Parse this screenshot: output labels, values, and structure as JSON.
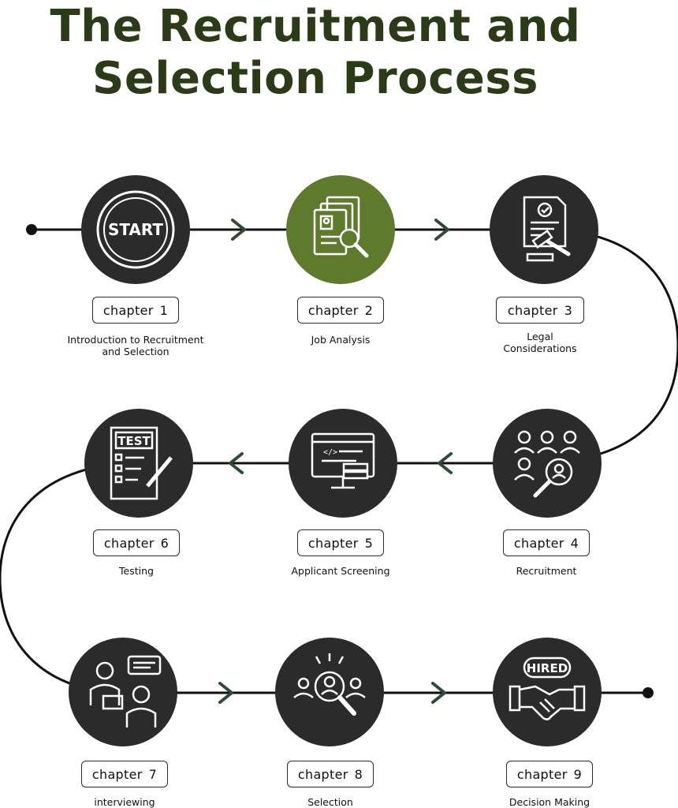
{
  "title": {
    "line1": "The Recruitment and",
    "line2": "Selection Process"
  },
  "colors": {
    "title": "#2b3a17",
    "circle": "#2b2b2b",
    "highlight": "#5e7a2d",
    "arrow": "#2f4a36"
  },
  "steps": [
    {
      "chapter_word": "chapter",
      "num": "1",
      "lines": [
        "Introduction to Recruitment",
        "and Selection"
      ],
      "icon": "start-icon"
    },
    {
      "chapter_word": "chapter",
      "num": "2",
      "lines": [
        "Job Analysis"
      ],
      "icon": "document-search-icon"
    },
    {
      "chapter_word": "chapter",
      "num": "3",
      "lines": [
        "Legal",
        "Considerations"
      ],
      "icon": "gavel-document-icon"
    },
    {
      "chapter_word": "chapter",
      "num": "4",
      "lines": [
        "Recruitment"
      ],
      "icon": "people-search-icon"
    },
    {
      "chapter_word": "chapter",
      "num": "5",
      "lines": [
        "Applicant Screening"
      ],
      "icon": "monitor-code-icon"
    },
    {
      "chapter_word": "chapter",
      "num": "6",
      "lines": [
        "Testing"
      ],
      "icon": "test-sheet-icon"
    },
    {
      "chapter_word": "chapter",
      "num": "7",
      "lines": [
        "interviewing"
      ],
      "icon": "interview-icon"
    },
    {
      "chapter_word": "chapter",
      "num": "8",
      "lines": [
        "Selection"
      ],
      "icon": "candidate-search-icon"
    },
    {
      "chapter_word": "chapter",
      "num": "9",
      "lines": [
        "Decision Making"
      ],
      "icon": "hired-handshake-icon"
    }
  ],
  "icon_text": {
    "start": "START",
    "test": "TEST",
    "hired": "HIRED"
  }
}
